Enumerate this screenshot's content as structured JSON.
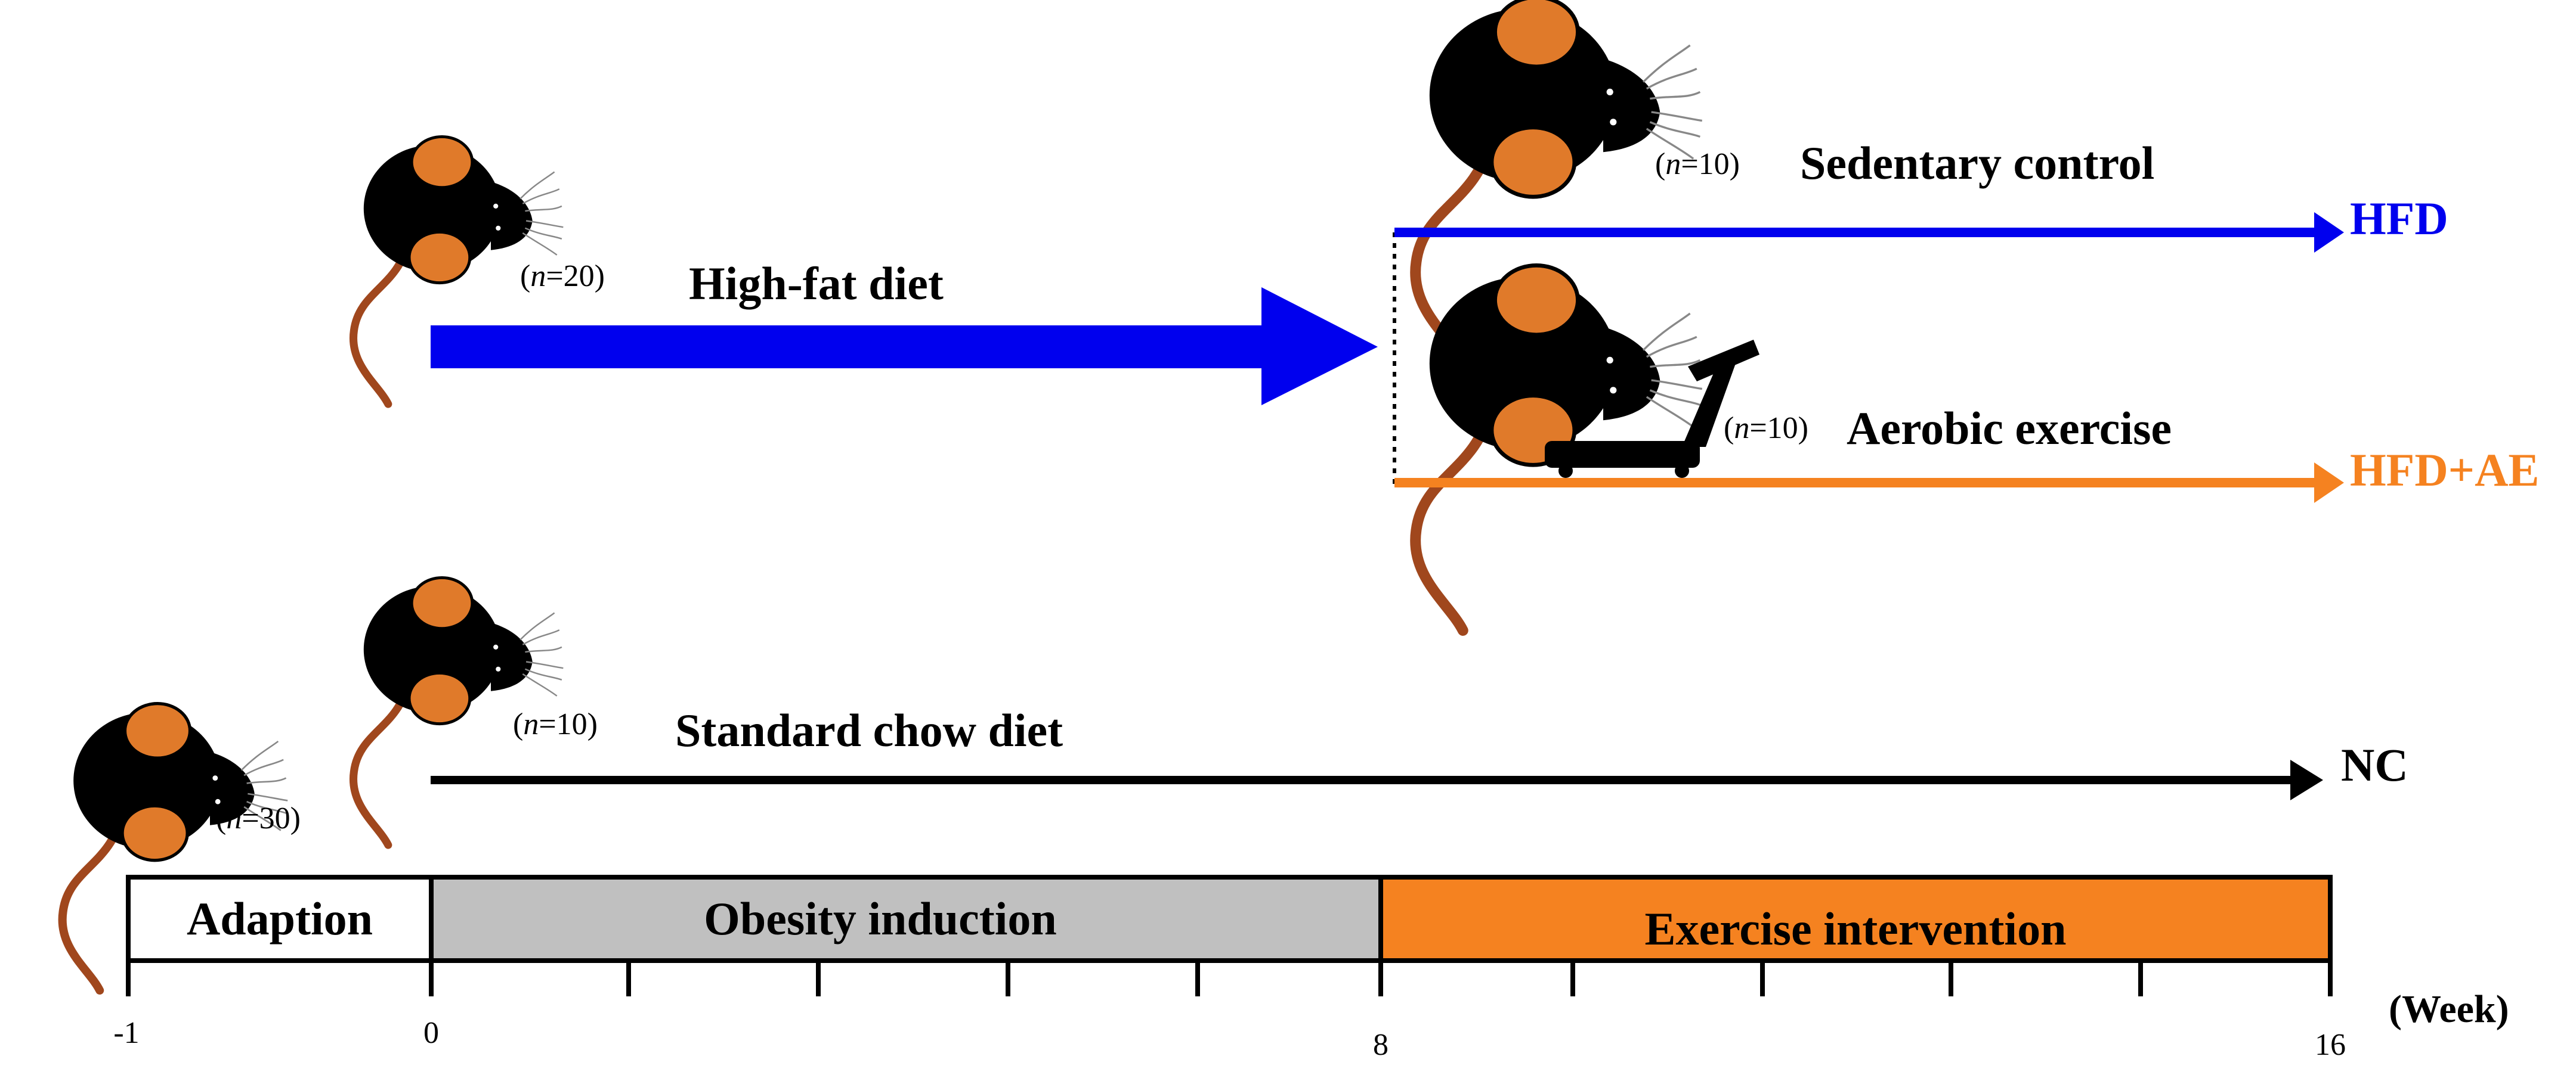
{
  "colors": {
    "hfd": "#0000ee",
    "exercise": "#f58220",
    "chow": "#000000",
    "adaption_fill": "#ffffff",
    "obesity_fill": "#c0c0c0",
    "exercise_fill": "#f58220",
    "mouse_body": "#000000",
    "mouse_ear": "#e07a2a",
    "mouse_tail": "#a0471d"
  },
  "groups": {
    "initial": {
      "n_prefix": "(",
      "n_var": "n",
      "n_value": "=30)",
      "icon": "mouse-icon"
    },
    "hfd_start": {
      "n_prefix": "(",
      "n_var": "n",
      "n_value": "=20)",
      "label": "High-fat diet",
      "icon": "mouse-icon"
    },
    "chow_start": {
      "n_prefix": "(",
      "n_var": "n",
      "n_value": "=10)",
      "label": "Standard chow diet",
      "icon": "mouse-icon"
    },
    "sedentary": {
      "n_prefix": "(",
      "n_var": "n",
      "n_value": "=10)",
      "label": "Sedentary control",
      "end_label": "HFD",
      "icon": "mouse-icon"
    },
    "aerobic": {
      "n_prefix": "(",
      "n_var": "n",
      "n_value": "=10)",
      "label": "Aerobic exercise",
      "end_label": "HFD+AE",
      "icon": "mouse-icon",
      "equipment_icon": "treadmill-icon"
    },
    "nc": {
      "end_label": "NC"
    }
  },
  "timeline": {
    "phases": [
      {
        "name": "Adaption",
        "start": -1,
        "end": 0
      },
      {
        "name": "Obesity induction",
        "start": 0,
        "end": 8
      },
      {
        "name": "Exercise intervention",
        "start": 8,
        "end": 16
      }
    ],
    "tick_labels": [
      "-1",
      "0",
      "8",
      "16"
    ],
    "unit_label": "(Week)"
  }
}
